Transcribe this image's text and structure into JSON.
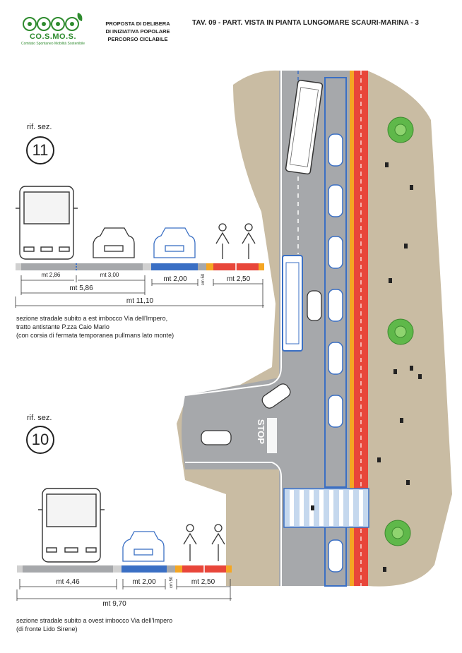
{
  "header": {
    "logo_text": "CO.S.MO.S.",
    "logo_subtitle": "Comitato Spontaneo Mobilità Sostenibile",
    "proposal_lines": [
      "PROPOSTA DI DELIBERA",
      "DI INIZIATIVA POPOLARE",
      "PERCORSO CICLABILE"
    ],
    "title": "TAV. 09 - PART. VISTA IN PIANTA LUNGOMARE SCAURI-MARINA - 3"
  },
  "section_11": {
    "ref_label": "rif. sez.",
    "number": "11",
    "dims": {
      "a": "mt 2,86",
      "b": "mt 3,00",
      "c": "mt 5,86",
      "d": "mt 2,00",
      "e": "cm 50",
      "f": "mt 2,50",
      "total": "mt 11,10"
    },
    "caption": [
      "sezione stradale  subito a est imbocco Via dell'Impero,",
      "tratto antistante P.zza Caio Mario",
      "(con corsia di fermata temporanea pullmans lato monte)"
    ]
  },
  "section_10": {
    "ref_label": "rif. sez.",
    "number": "10",
    "dims": {
      "a": "mt 4,46",
      "b": "mt 2,00",
      "c": "cm 50",
      "d": "mt 2,50",
      "total": "mt 9,70"
    },
    "caption": [
      "sezione stradale  subito a ovest imbocco Via dell'Impero",
      "(di fronte Lido Sirene)"
    ]
  },
  "plan": {
    "stop_text": "STOP"
  },
  "colors": {
    "road": "#a6a8ab",
    "sidewalk": "#c9bca3",
    "bike_lane": "#e8463a",
    "bike_buffer": "#f5a623",
    "parking_outline": "#3a6fc4",
    "green": "#5fb84a",
    "logo_green": "#2e8b2e"
  }
}
